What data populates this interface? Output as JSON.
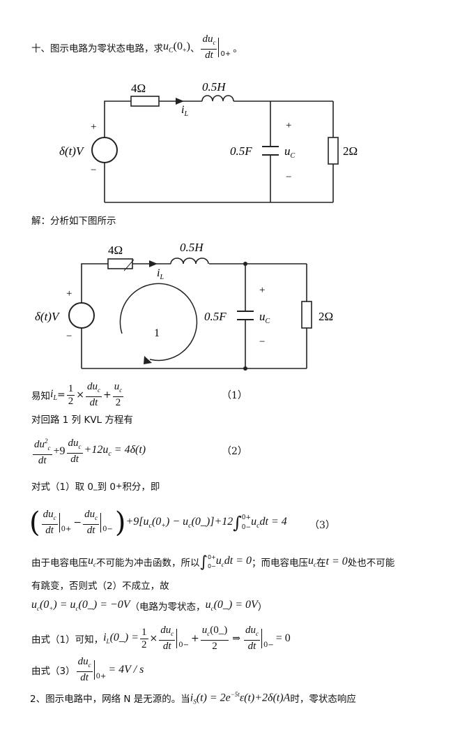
{
  "problem10": {
    "prefix": "十、图示电路为零状态电路，求",
    "uc0": "u",
    "uc0_sub": "C",
    "uc0_arg": "(0",
    "uc0_argsub": "+",
    "uc0_close": ")",
    "sep": "、",
    "frac_num": "du",
    "frac_num_sub": "c",
    "frac_den": "dt",
    "eval_at": "0+",
    "end": "。"
  },
  "circuit1": {
    "resistor1": "4Ω",
    "inductor": "0.5H",
    "current": "i",
    "current_sub": "L",
    "source": "δ(t)V",
    "plus": "+",
    "minus": "−",
    "capacitor": "0.5F",
    "cap_voltage": "u",
    "cap_voltage_sub": "C",
    "resistor2": "2Ω"
  },
  "solution_intro": "解：分析如下图所示",
  "circuit2": {
    "resistor1": "4Ω",
    "inductor": "0.5H",
    "current": "i",
    "current_sub": "L",
    "source": "δ(t)V",
    "plus": "+",
    "minus": "−",
    "capacitor": "0.5F",
    "cap_voltage": "u",
    "cap_voltage_sub": "C",
    "resistor2": "2Ω",
    "loop_label": "1"
  },
  "eq1": {
    "prefix": "易知",
    "lhs": "i",
    "lhs_sub": "L",
    "eq": " = ",
    "half_num": "1",
    "half_den": "2",
    "times": "×",
    "d_num": "du",
    "d_sub": "c",
    "d_den": "dt",
    "plus": "+",
    "u_num": "u",
    "u_sub": "c",
    "u_den": "2",
    "no": "（1）"
  },
  "kvl_text": "对回路 1 列 KVL 方程有",
  "eq2": {
    "f1_num": "du",
    "f1_sup": "2",
    "f1_sub": "c",
    "f1_den": "dt",
    "t2": "+9",
    "f2_num": "du",
    "f2_sub": "c",
    "f2_den": "dt",
    "t3": "+12u",
    "t3_sub": "c",
    "t4": " = 4δ(t)",
    "no": "（2）"
  },
  "integrate_text": {
    "a": "对式（1）取 0",
    "a_sub": "_",
    "b": " 到 0",
    "b_sub": "+",
    "c": " 积分，即"
  },
  "eq3": {
    "open": "(",
    "f_num": "du",
    "f_sub": "c",
    "f_den": "dt",
    "e1": "0+",
    "minus": "−",
    "e2": "0−",
    "close": ")",
    "t2": "+9[u",
    "t2_sub": "c",
    "t2b": "(0",
    "t2b_sub": "+",
    "t2c": ") − u",
    "t2c_sub": "c",
    "t2d": "(0_)]+12",
    "int": "∫",
    "int_up": "0+",
    "int_lo": "0−",
    "t3": "u",
    "t3_sub": "c",
    "t3b": "dt = 4",
    "no": "（3）"
  },
  "para1": {
    "a": "由于电容电压",
    "u": "u",
    "u_sub": "c",
    "b": "不可能为冲击函数，所以",
    "int": "∫",
    "int_up": "0+",
    "int_lo": "0−",
    "c": "u",
    "c_sub": "c",
    "d": "dt = 0",
    "e": "；而电容电压",
    "f": "u",
    "f_sub": "c",
    "g": "在",
    "h": "t = 0",
    "i": "处也不可能"
  },
  "para1b": "有跳变，否则式（2）不成立，故",
  "eq4": {
    "a": "u",
    "a_sub": "c",
    "b": "(0",
    "b_sub": "+",
    "c": ") = u",
    "c_sub": "c",
    "d": "(0_) = −0V",
    "e": "（电路为零状态，",
    "f": "u",
    "f_sub": "c",
    "g": "(0_) = 0V",
    "h": "）"
  },
  "eq5": {
    "prefix": "由式（1）可知，",
    "a": "i",
    "a_sub": "L",
    "b": "(0_) = ",
    "h_num": "1",
    "h_den": "2",
    "times": "×",
    "d_num": "du",
    "d_sub": "c",
    "d_den": "dt",
    "e1": "0−",
    "plus": "+",
    "u_num": "u",
    "u_sub": "c",
    "u_num2": "(0_)",
    "u_den": "2",
    "implies": "⇒",
    "d2_num": "du",
    "d2_sub": "c",
    "d2_den": "dt",
    "e2": "0−",
    "res": "= 0"
  },
  "eq6": {
    "prefix": "由式（3）",
    "d_num": "du",
    "d_sub": "c",
    "d_den": "dt",
    "e": "0+",
    "res": "= 4V / s"
  },
  "problem2": {
    "a": "2、图示电路中，网络 N 是无源的。当",
    "b": "i",
    "b_sub": "S",
    "c": "(t) = 2e",
    "c_sup": "−5t",
    "d": "ε(t)+2δ(t)A",
    "e": "时，零状态响应"
  }
}
